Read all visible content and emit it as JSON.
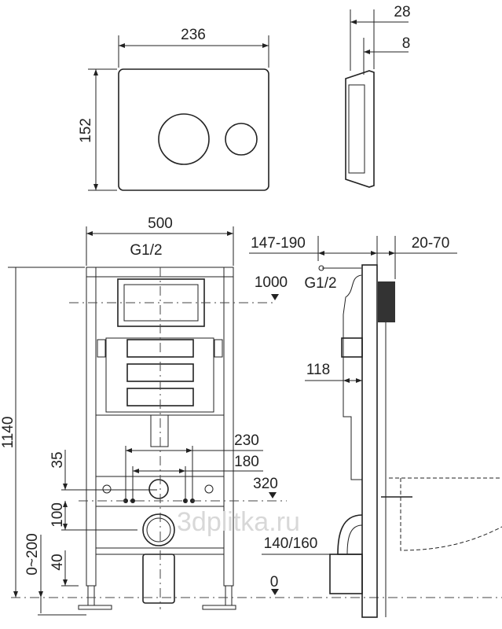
{
  "plate_front": {
    "width": "236",
    "height": "152"
  },
  "plate_side": {
    "depth": "28",
    "offset": "8"
  },
  "frame_front": {
    "width": "500",
    "inlet": "G1/2",
    "height_total": "1140",
    "spacing_outer": "230",
    "spacing_inner": "180",
    "dim_35": "35",
    "dim_100": "100",
    "dim_range": "0~200",
    "dim_40": "40"
  },
  "levels": {
    "level_1000": "1000",
    "level_320": "320",
    "level_0": "0"
  },
  "frame_side": {
    "wall_gap": "147-190",
    "front_adjust": "20-70",
    "inlet": "G1/2",
    "depth": "118",
    "drain": "140/160"
  },
  "watermark": "3dplitka.ru"
}
